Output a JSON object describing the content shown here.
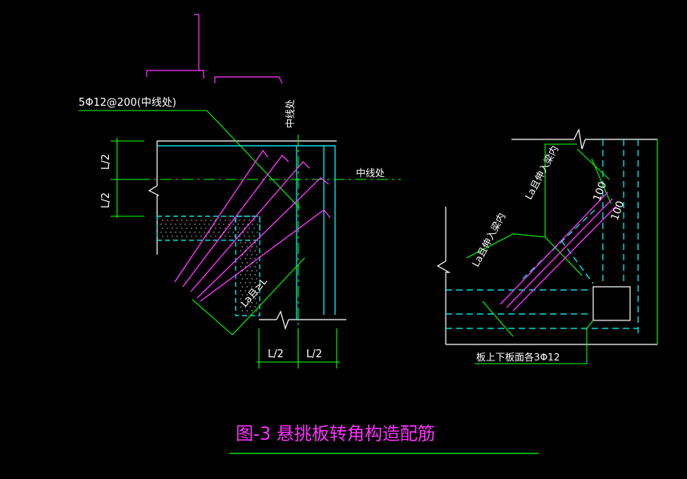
{
  "title": "图-3  悬挑板转角构造配筋",
  "labels": {
    "rebar_note": "5Φ12@200(中线处)",
    "centerline_top": "中线处",
    "centerline_right": "中线处",
    "half_top": "L/2",
    "half_bottom": "L/2",
    "half_x1": "L/2",
    "half_x2": "L/2",
    "anchor_left": "La且≥L",
    "anchor_r1": "La且伸入梁内",
    "anchor_r2": "La且伸入梁内",
    "spacing1": "100",
    "spacing2": "100",
    "bottom_note": "板上下板面各3Φ12"
  },
  "colors": {
    "background": "#000000",
    "green": "#00ff00",
    "cyan": "#00ffff",
    "white": "#ffffff",
    "magenta": "#ff33ff"
  }
}
